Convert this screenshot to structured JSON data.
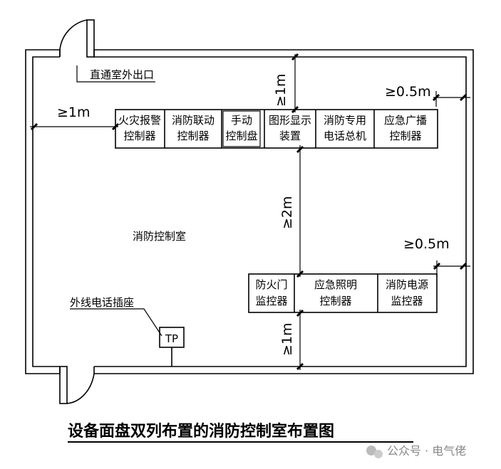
{
  "labels": {
    "exit": "直通室外出口",
    "room": "消防控制室",
    "phone_socket": "外线电话插座",
    "tp": "TP"
  },
  "dimensions": {
    "left_gap": "≥1m",
    "top_gap": "≥1m",
    "right_top_gap": "≥0.5m",
    "middle_gap": "≥2m",
    "right_bottom_gap": "≥0.5m",
    "bottom_gap": "≥1m"
  },
  "top_row": [
    {
      "l1": "火灾报警",
      "l2": "控制器"
    },
    {
      "l1": "消防联动",
      "l2": "控制器"
    },
    {
      "l1": "手动",
      "l2": "控制盘"
    },
    {
      "l1": "图形显示",
      "l2": "装置"
    },
    {
      "l1": "消防专用",
      "l2": "电话总机"
    },
    {
      "l1": "应急广播",
      "l2": "控制器"
    }
  ],
  "bottom_row": [
    {
      "l1": "防火门",
      "l2": "监控器"
    },
    {
      "l1": "应急照明",
      "l2": "控制器"
    },
    {
      "l1": "消防电源",
      "l2": "监控器"
    }
  ],
  "title": "设备面盘双列布置的消防控制室布置图",
  "watermark": "公众号 · 电气佬"
}
